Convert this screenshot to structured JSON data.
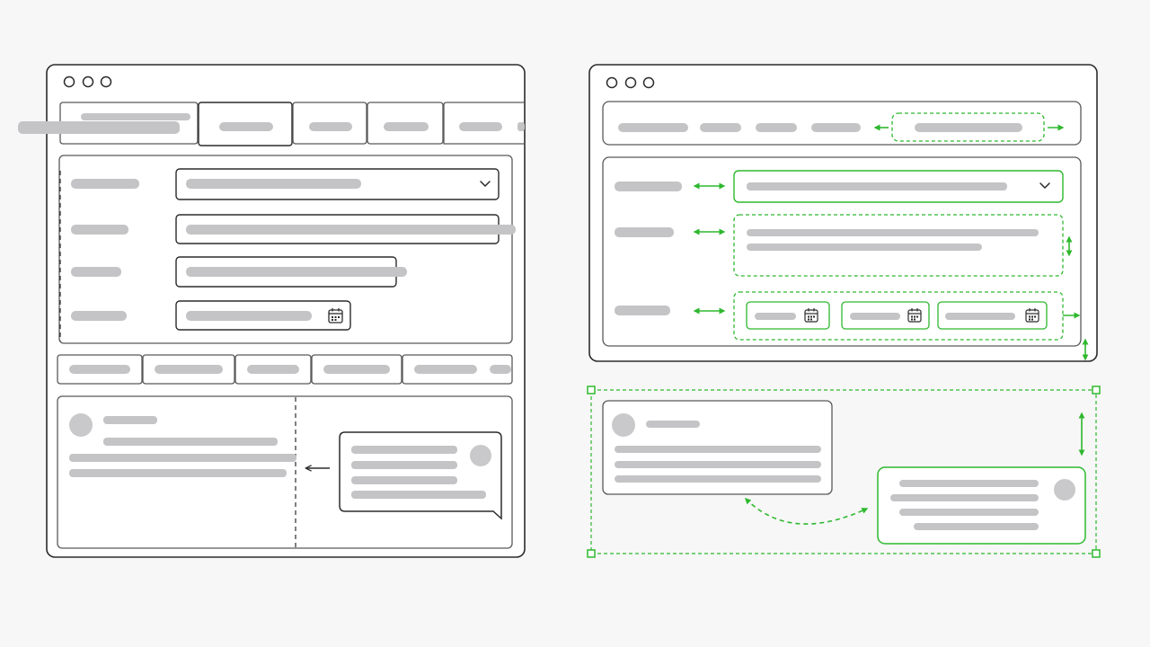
{
  "colors": {
    "background": "#f7f7f7",
    "frame_stroke": "#2b2b2b",
    "inner_stroke": "#595959",
    "placeholder_bar": "#c4c4c6",
    "avatar": "#c9c9cb",
    "accent": "#2eb82e",
    "panel_fill": "#ffffff"
  },
  "panels": [
    {
      "name": "broken-layout-wireframe",
      "window_controls": 3,
      "tab_count": 6,
      "form_rows": 4,
      "form_fields": [
        "dropdown",
        "text",
        "text",
        "date"
      ],
      "table_header_cells": 6,
      "chat_bubbles": 2,
      "icons": [
        "chevron-down-icon",
        "calendar-icon",
        "arrow-left-icon"
      ]
    },
    {
      "name": "fixed-layout-wireframe",
      "window_controls": 3,
      "nav_items": 4,
      "form_rows": 3,
      "form_fields": [
        "dropdown",
        "textarea",
        "date-group"
      ],
      "date_inputs": 3,
      "chat_bubbles": 2,
      "icons": [
        "chevron-down-icon",
        "calendar-icon",
        "double-arrow-horizontal-icon",
        "double-arrow-vertical-icon",
        "arrow-right-icon",
        "curved-double-arrow-icon"
      ]
    }
  ]
}
